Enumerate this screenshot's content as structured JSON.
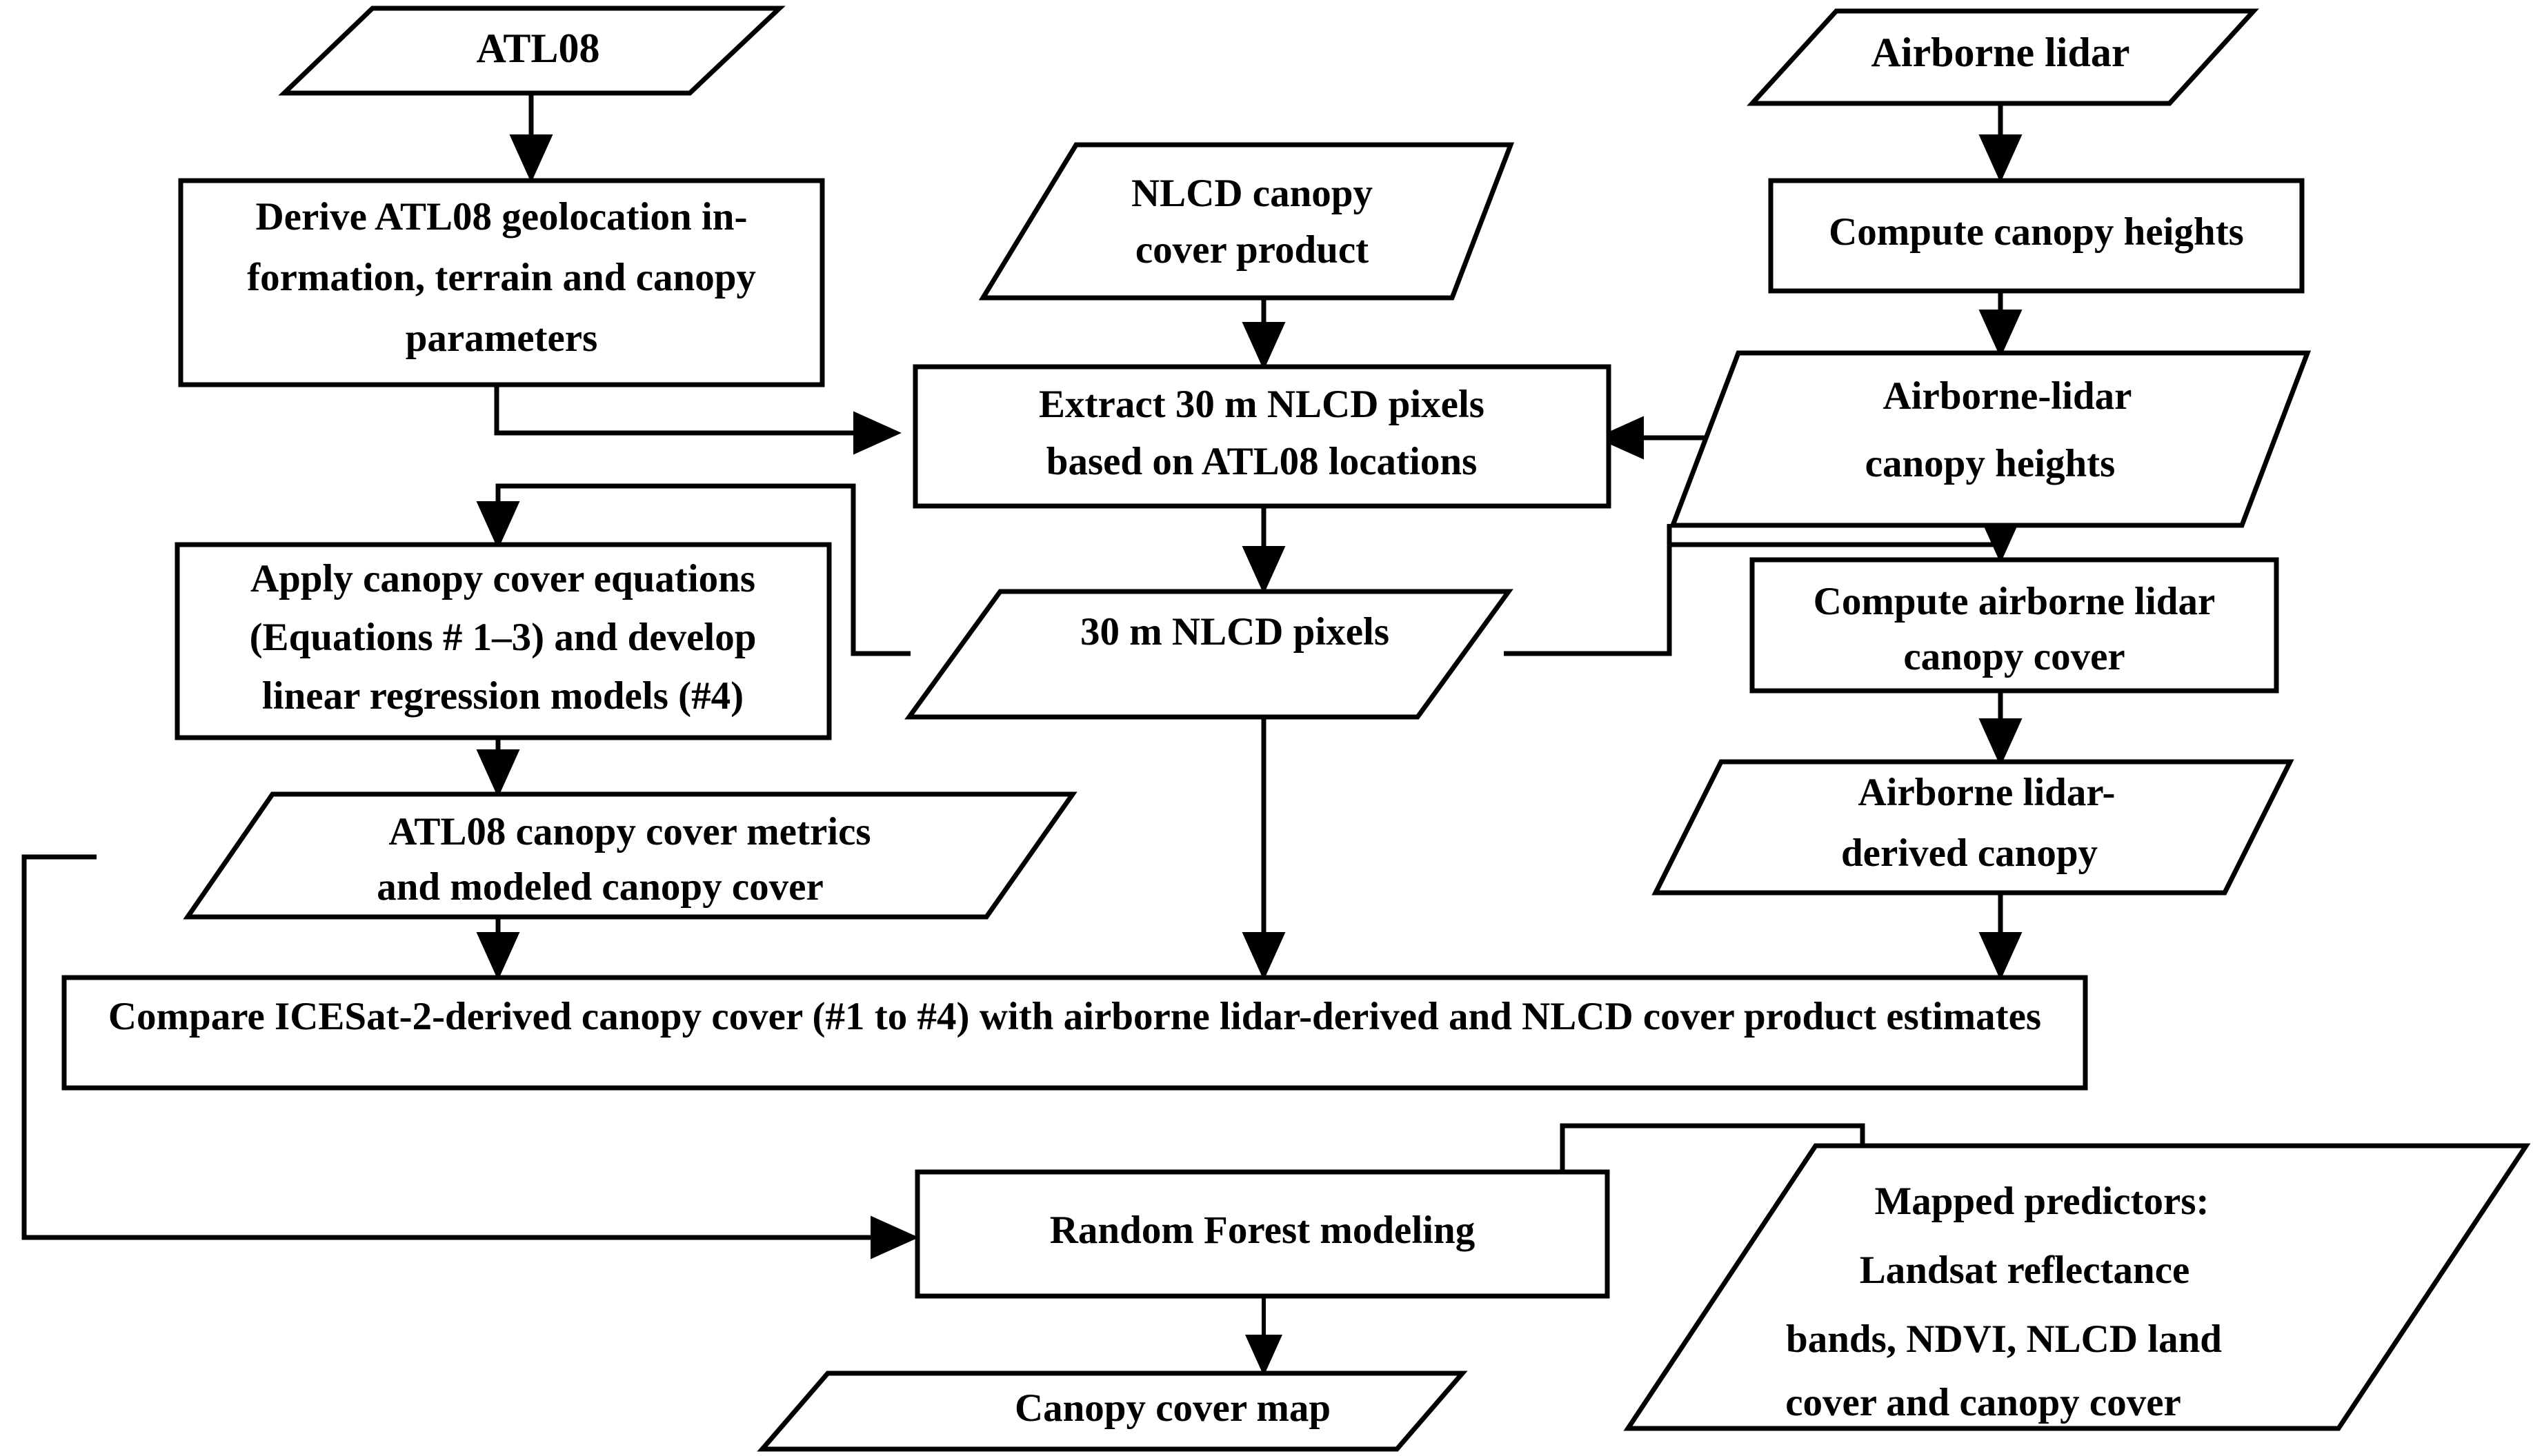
{
  "diagram": {
    "title": "ICESat-2 ATL08 canopy cover mapping workflow",
    "colors": {
      "stroke": "#000000",
      "fill": "#ffffff",
      "text": "#000000"
    },
    "shapes": {
      "parallelogram": "data",
      "rectangle": "process"
    },
    "nodes": [
      {
        "id": "atl08",
        "shape": "parallelogram",
        "lines": [
          "ATL08"
        ]
      },
      {
        "id": "derive-atl08",
        "shape": "rectangle",
        "lines": [
          "Derive ATL08 geolocation in-",
          "formation, terrain and canopy",
          "parameters"
        ]
      },
      {
        "id": "nlcd-canopy-cover-product",
        "shape": "parallelogram",
        "lines": [
          "NLCD canopy",
          "cover product"
        ]
      },
      {
        "id": "airborne-lidar",
        "shape": "parallelogram",
        "lines": [
          "Airborne lidar"
        ]
      },
      {
        "id": "compute-canopy-heights",
        "shape": "rectangle",
        "lines": [
          "Compute canopy heights"
        ]
      },
      {
        "id": "extract-30m-nlcd",
        "shape": "rectangle",
        "lines": [
          "Extract 30 m NLCD pixels",
          "based on ATL08 locations"
        ]
      },
      {
        "id": "airborne-lidar-canopy-heights",
        "shape": "parallelogram",
        "lines": [
          "Airborne-lidar",
          "canopy heights"
        ]
      },
      {
        "id": "apply-canopy-cover-equations",
        "shape": "rectangle",
        "lines": [
          "Apply canopy cover equations",
          "(Equations # 1–3) and develop",
          "linear regression models (#4)"
        ]
      },
      {
        "id": "30m-nlcd-pixels",
        "shape": "parallelogram",
        "lines": [
          "30 m NLCD pixels"
        ]
      },
      {
        "id": "compute-airborne-lidar-canopy-cover",
        "shape": "rectangle",
        "lines": [
          "Compute airborne lidar",
          "canopy cover"
        ]
      },
      {
        "id": "atl08-canopy-cover-metrics",
        "shape": "parallelogram",
        "lines": [
          "ATL08 canopy cover metrics",
          "and modeled canopy cover"
        ]
      },
      {
        "id": "airborne-lidar-derived-canopy",
        "shape": "parallelogram",
        "lines": [
          "Airborne lidar-",
          "derived canopy"
        ]
      },
      {
        "id": "compare-icesat2",
        "shape": "rectangle",
        "lines": [
          "Compare ICESat-2-derived canopy cover (#1 to #4) with airborne lidar-derived and NLCD cover product estimates"
        ]
      },
      {
        "id": "random-forest-modeling",
        "shape": "rectangle",
        "lines": [
          "Random Forest modeling"
        ]
      },
      {
        "id": "mapped-predictors",
        "shape": "parallelogram",
        "lines": [
          "Mapped predictors:",
          "Landsat reflectance",
          "bands, NDVI, NLCD land",
          "cover and canopy cover"
        ]
      },
      {
        "id": "canopy-cover-map",
        "shape": "parallelogram",
        "lines": [
          "Canopy cover map"
        ]
      }
    ],
    "edges": [
      {
        "id": "atl08-to-derive",
        "from": "atl08",
        "to": "derive-atl08",
        "arrow": true
      },
      {
        "id": "derive-to-extract",
        "from": "derive-atl08",
        "to": "extract-30m-nlcd",
        "arrow": true
      },
      {
        "id": "nlcd-product-to-extract",
        "from": "nlcd-canopy-cover-product",
        "to": "extract-30m-nlcd",
        "arrow": true
      },
      {
        "id": "airborne-lidar-to-compute-heights",
        "from": "airborne-lidar",
        "to": "compute-canopy-heights",
        "arrow": true
      },
      {
        "id": "compute-heights-to-lidar-heights",
        "from": "compute-canopy-heights",
        "to": "airborne-lidar-canopy-heights",
        "arrow": true
      },
      {
        "id": "lidar-heights-to-extract",
        "from": "airborne-lidar-canopy-heights",
        "to": "extract-30m-nlcd",
        "arrow": true
      },
      {
        "id": "extract-to-30m-pixels",
        "from": "extract-30m-nlcd",
        "to": "30m-nlcd-pixels",
        "arrow": true
      },
      {
        "id": "30m-pixels-to-apply-equations",
        "from": "30m-nlcd-pixels",
        "to": "apply-canopy-cover-equations",
        "arrow": true
      },
      {
        "id": "lidar-heights-to-compute-cover",
        "from": "airborne-lidar-canopy-heights",
        "to": "compute-airborne-lidar-canopy-cover",
        "arrow": true
      },
      {
        "id": "30m-pixels-to-compute-cover",
        "from": "30m-nlcd-pixels",
        "to": "compute-airborne-lidar-canopy-cover",
        "arrow": false
      },
      {
        "id": "apply-equations-to-metrics",
        "from": "apply-canopy-cover-equations",
        "to": "atl08-canopy-cover-metrics",
        "arrow": true
      },
      {
        "id": "compute-cover-to-derived-canopy",
        "from": "compute-airborne-lidar-canopy-cover",
        "to": "airborne-lidar-derived-canopy",
        "arrow": true
      },
      {
        "id": "metrics-to-compare",
        "from": "atl08-canopy-cover-metrics",
        "to": "compare-icesat2",
        "arrow": true
      },
      {
        "id": "30m-pixels-to-compare",
        "from": "30m-nlcd-pixels",
        "to": "compare-icesat2",
        "arrow": true
      },
      {
        "id": "derived-canopy-to-compare",
        "from": "airborne-lidar-derived-canopy",
        "to": "compare-icesat2",
        "arrow": true
      },
      {
        "id": "metrics-to-random-forest",
        "from": "atl08-canopy-cover-metrics",
        "to": "random-forest-modeling",
        "arrow": true
      },
      {
        "id": "mapped-predictors-to-random-forest",
        "from": "mapped-predictors",
        "to": "random-forest-modeling",
        "arrow": true
      },
      {
        "id": "random-forest-to-map",
        "from": "random-forest-modeling",
        "to": "canopy-cover-map",
        "arrow": true
      }
    ]
  }
}
